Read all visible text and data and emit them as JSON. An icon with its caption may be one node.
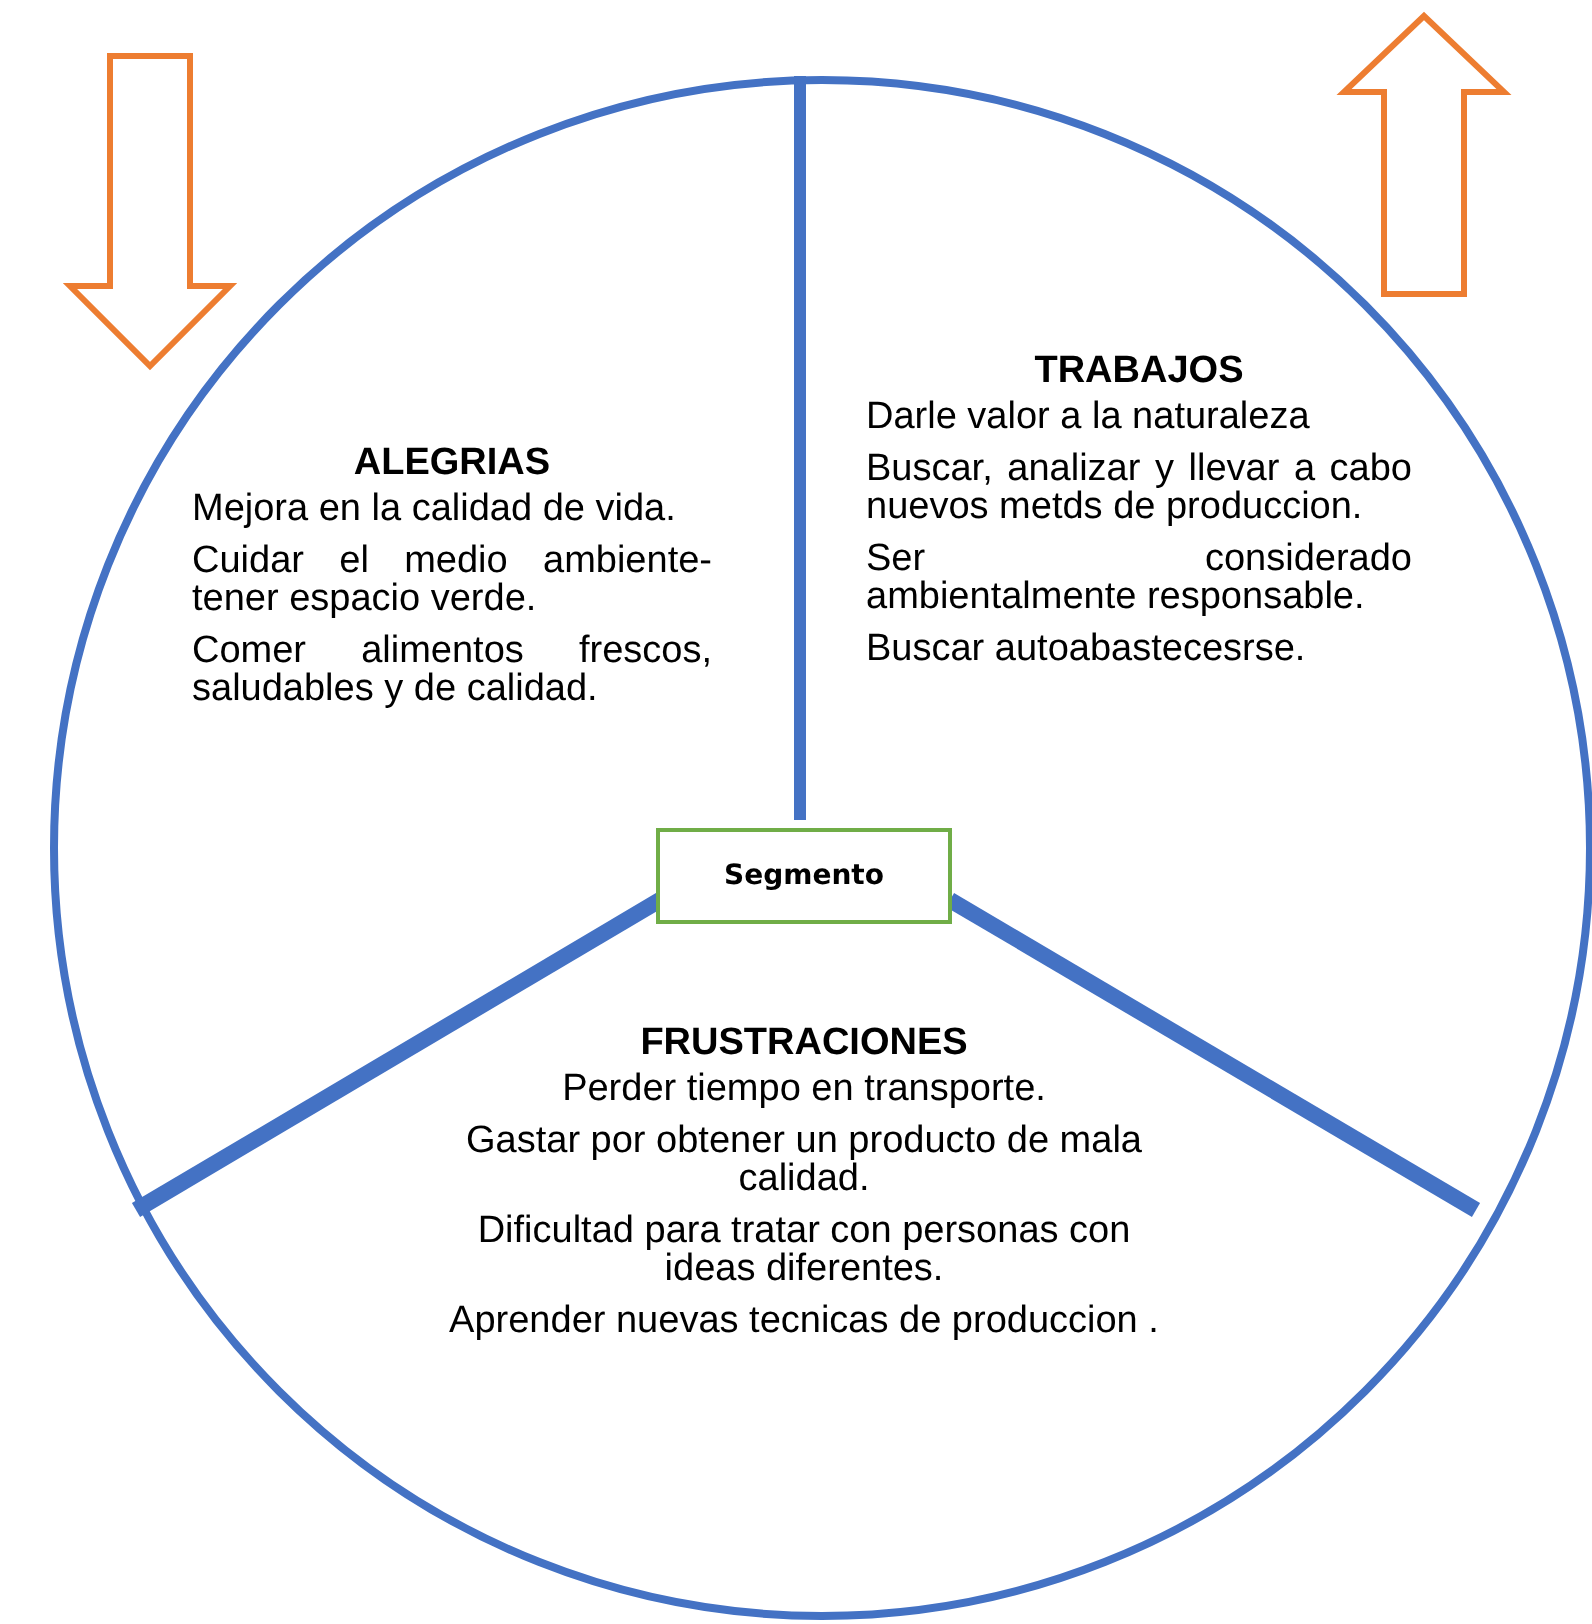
{
  "diagram": {
    "nodes": [
      {
        "text": [],
        "shape": "circle"
      },
      {
        "text": [
          "ALEGRIAS",
          "Mejora en la calidad de vida.",
          "Cuidar el medio ambiente-tener espacio verde.",
          "Comer alimentos frescos, saludables y de calidad."
        ],
        "in": 0
      },
      {
        "text": [
          "TRABAJOS",
          "Darle valor a la naturaleza",
          "Buscar, analizar y llevar a cabo nuevos metds de produccion.",
          "Ser considerado ambientalmente responsable.",
          "Buscar autoabastecesrse."
        ],
        "in": 0
      },
      {
        "text": [
          "Segmento"
        ],
        "in": 0
      },
      {
        "text": [
          "FRUSTRACIONES",
          "Perder tiempo en transporte.",
          "Gastar por obtener un producto de mala calidad.",
          "Dificultad para tratar con personas con ideas diferentes.",
          "Aprender nuevas tecnicas de produccion ."
        ],
        "in": 0
      }
    ],
    "edges": []
  }
}
